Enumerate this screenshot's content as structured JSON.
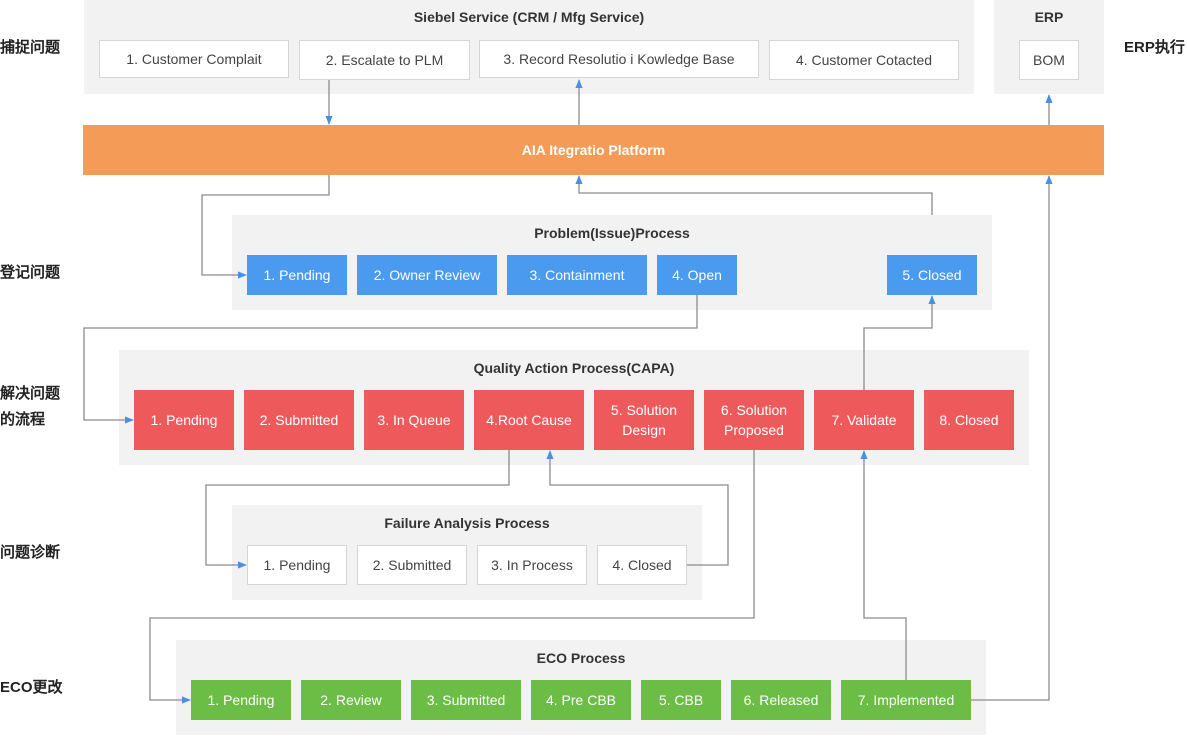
{
  "side_labels": {
    "capture": "捕捉问题",
    "register": "登记问题",
    "resolve": "解决问题的流程",
    "diagnose": "问题诊断",
    "eco": "ECO更改",
    "erp_exec": "ERP执行"
  },
  "siebel": {
    "title": "Siebel Service (CRM / Mfg Service)",
    "items": [
      "1. Customer Complait",
      "2. Escalate to PLM",
      "3. Record Resolutio i Kowledge Base",
      "4. Customer Cotacted"
    ]
  },
  "erp": {
    "title": "ERP",
    "items": [
      "BOM"
    ]
  },
  "aia": {
    "title": "AIA Itegratio Platform"
  },
  "problem": {
    "title": "Problem(Issue)Process",
    "items": [
      "1. Pending",
      "2. Owner Review",
      "3. Containment",
      "4. Open",
      "5. Closed"
    ]
  },
  "capa": {
    "title": "Quality Action Process(CAPA)",
    "items": [
      "1. Pending",
      "2. Submitted",
      "3. In Queue",
      "4.Root Cause",
      "5. Solution Design",
      "6. Solution Proposed",
      "7. Validate",
      "8. Closed"
    ]
  },
  "failure": {
    "title": "Failure Analysis Process",
    "items": [
      "1. Pending",
      "2. Submitted",
      "3. In Process",
      "4. Closed"
    ]
  },
  "eco": {
    "title": "ECO Process",
    "items": [
      "1. Pending",
      "2. Review",
      "3. Submitted",
      "4. Pre CBB",
      "5. CBB",
      "6. Released",
      "7. Implemented"
    ]
  },
  "colors": {
    "panel": "#f2f2f2",
    "aia": "#f59b58",
    "problem": "#4a9af0",
    "capa": "#ee5a5c",
    "eco": "#6cbd45",
    "line": "#8c8c8c",
    "arrow": "#4a8fe0"
  }
}
